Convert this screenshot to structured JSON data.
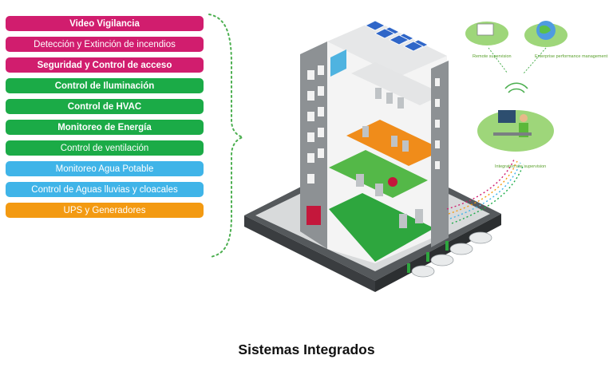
{
  "systems": [
    {
      "label": "Video Vigilancia",
      "color": "#d11d6e",
      "style": "magenta"
    },
    {
      "label": "Detección y Extinción de incendios",
      "color": "#d11d6e",
      "style": "magenta light"
    },
    {
      "label": "Seguridad y Control de acceso",
      "color": "#d11d6e",
      "style": "magenta"
    },
    {
      "label": "Control de Iluminación",
      "color": "#1bab47",
      "style": "green"
    },
    {
      "label": "Control de HVAC",
      "color": "#1bab47",
      "style": "green"
    },
    {
      "label": "Monitoreo de Energía",
      "color": "#1bab47",
      "style": "green"
    },
    {
      "label": "Control de ventilación",
      "color": "#1bab47",
      "style": "green light"
    },
    {
      "label": "Monitoreo Agua Potable",
      "color": "#3fb4e8",
      "style": "blue light"
    },
    {
      "label": "Control de Aguas lluvias y cloacales",
      "color": "#3fb4e8",
      "style": "blue light"
    },
    {
      "label": "UPS  y Generadores",
      "color": "#f39a12",
      "style": "orange light"
    }
  ],
  "network_labels": {
    "remote": "Remote supervision",
    "enterprise": "Enterprise performance management",
    "integrated": "Integrated site supervision"
  },
  "icons": {
    "remote": "remote-workstation-icon",
    "enterprise": "globe-icon",
    "operator": "operator-desk-icon",
    "wireless": "wifi-signal-icon"
  },
  "caption": "Sistemas Integrados"
}
